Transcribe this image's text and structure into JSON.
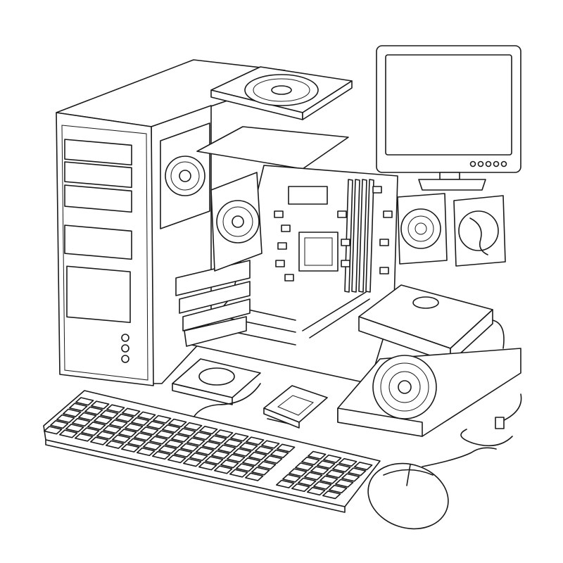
{
  "colors": {
    "background": "#ffffff",
    "line": "#1a1a1a"
  },
  "illustration": {
    "style": "line-art",
    "components": [
      "tower-case",
      "monitor",
      "top-fan-panel",
      "side-fan",
      "motherboard",
      "expansion-cards",
      "hard-drive",
      "hard-drive-open",
      "optical-drive",
      "power-supply",
      "case-fan",
      "cpu",
      "keyboard",
      "mouse"
    ]
  }
}
